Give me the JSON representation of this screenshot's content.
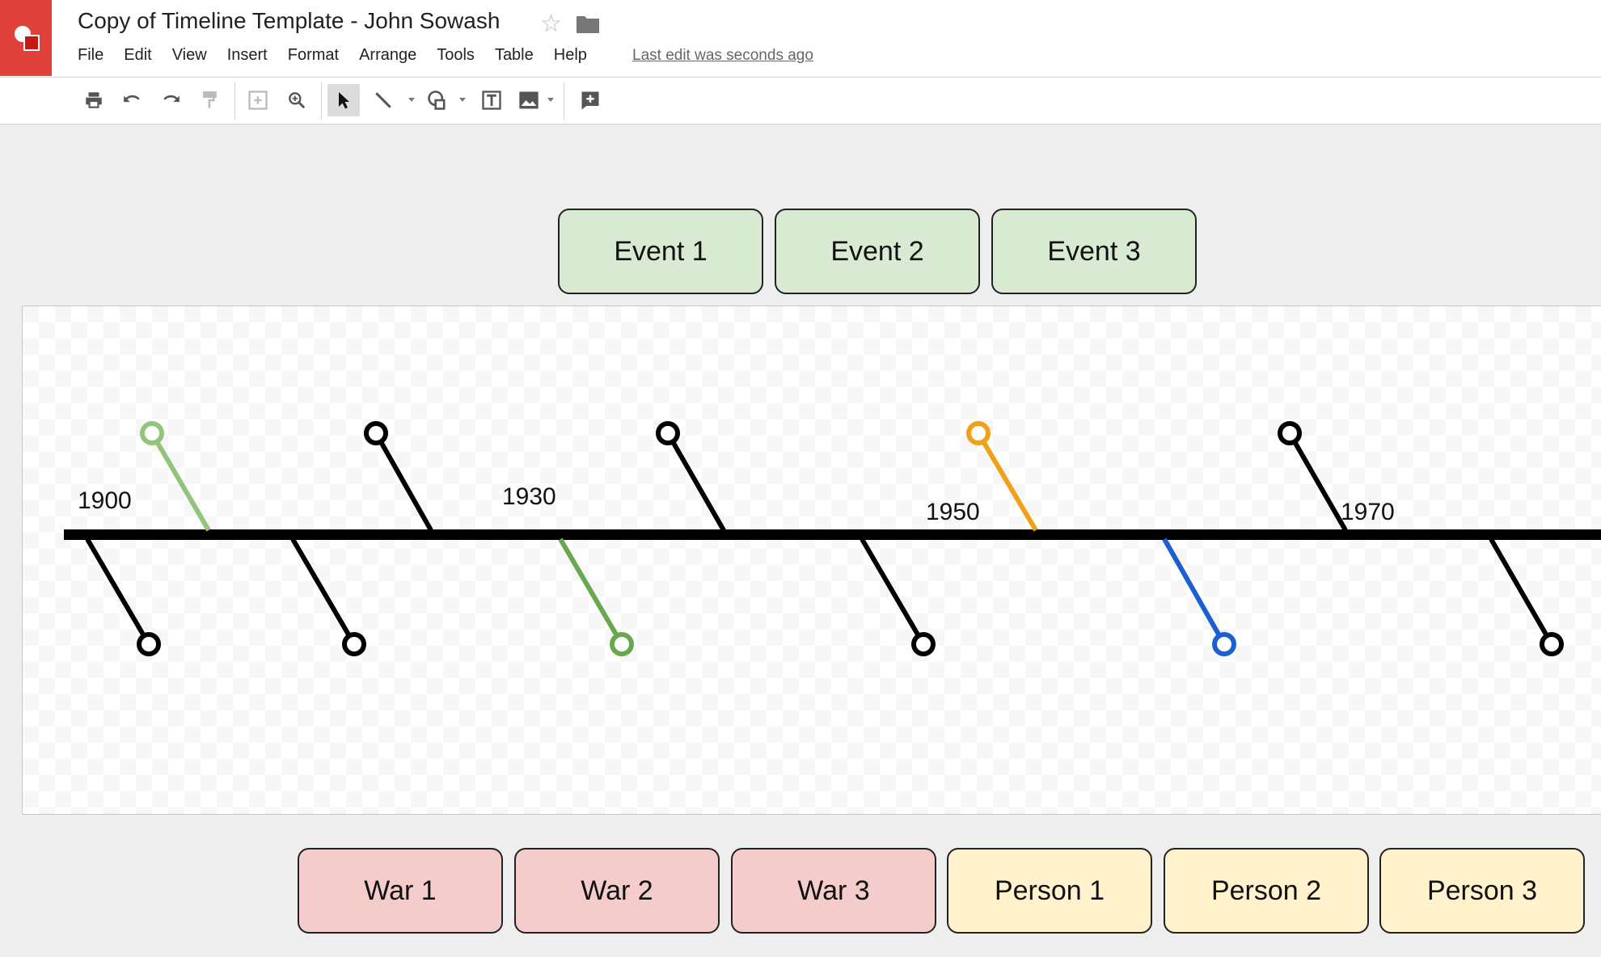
{
  "header": {
    "title": "Copy of Timeline Template - John Sowash",
    "menu": [
      "File",
      "Edit",
      "View",
      "Insert",
      "Format",
      "Arrange",
      "Tools",
      "Table",
      "Help"
    ],
    "last_edit": "Last edit was seconds ago"
  },
  "toolbar": {
    "icons": [
      "print-icon",
      "undo-icon",
      "redo-icon",
      "paint-format-icon",
      "zoom-fit-icon",
      "zoom-icon",
      "select-icon",
      "line-icon",
      "shape-icon",
      "text-box-icon",
      "image-icon",
      "comment-icon"
    ]
  },
  "timeline": {
    "years": [
      "1900",
      "1930",
      "1950",
      "1970"
    ]
  },
  "events": [
    "Event 1",
    "Event 2",
    "Event 3"
  ],
  "wars": [
    "War 1",
    "War 2",
    "War 3"
  ],
  "persons": [
    "Person 1",
    "Person 2",
    "Person 3"
  ],
  "colors": {
    "brand": "#e0413a",
    "connector_green": "#93c47d",
    "connector_green_dark": "#6aa84f",
    "connector_orange": "#f1a019",
    "connector_blue": "#1c5fd1",
    "connector_black": "#000000",
    "event_fill": "#d9ead3",
    "war_fill": "#f4cccc",
    "person_fill": "#fff2cc"
  }
}
